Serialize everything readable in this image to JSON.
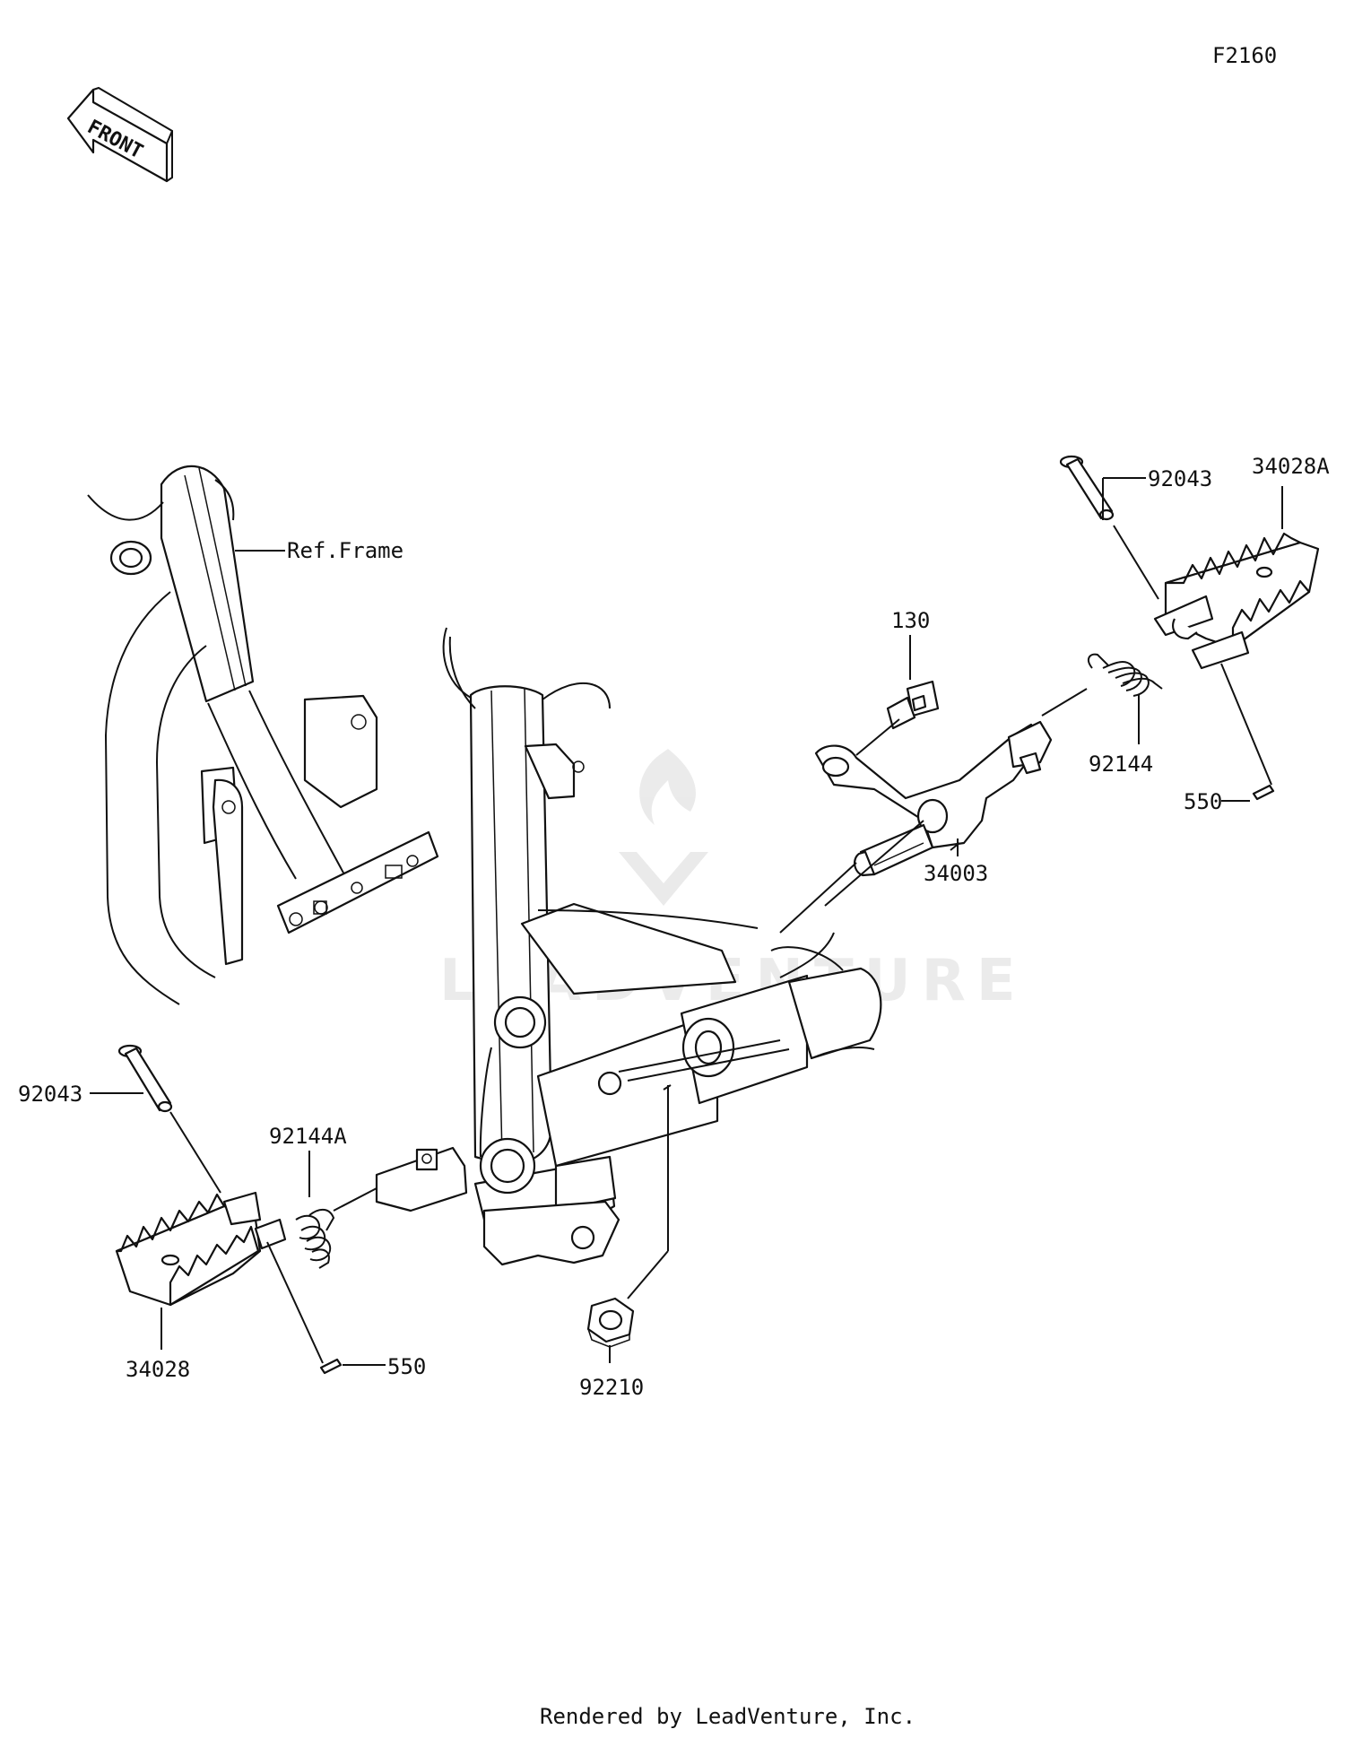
{
  "figure_code": "F2160",
  "front_label": "FRONT",
  "watermark": "LEADVENTURE",
  "footer": "Rendered by LeadVenture, Inc.",
  "callouts": {
    "ref_frame": "Ref.Frame",
    "pin_right": "92043",
    "footpeg_right": "34028A",
    "bolt": "130",
    "spring_right": "92144",
    "cotter_right": "550",
    "bracket": "34003",
    "pin_left": "92043",
    "spring_left": "92144A",
    "footpeg_left": "34028",
    "cotter_left": "550",
    "nut": "92210"
  }
}
